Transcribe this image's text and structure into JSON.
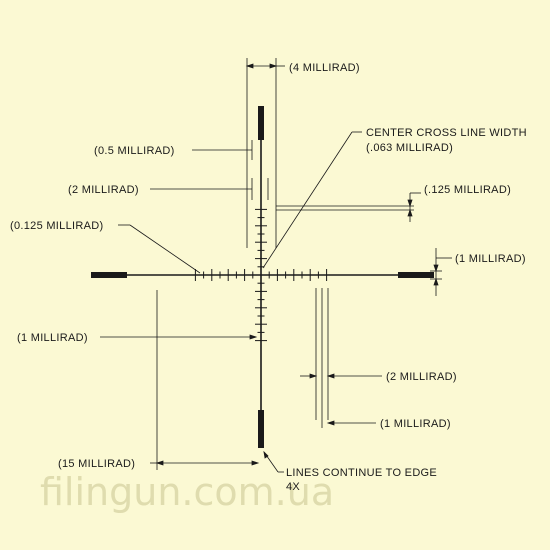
{
  "labels": {
    "four_mil": "(4 MILLIRAD)",
    "half_mil": "(0.5 MILLIRAD)",
    "center_width_1": "CENTER CROSS LINE WIDTH",
    "center_width_2": "(.063 MILLIRAD)",
    "two_mil_top": "(2 MILLIRAD)",
    "point125_right": "(.125 MILLIRAD)",
    "point125_left": "(0.125 MILLIRAD)",
    "one_mil_right": "(1 MILLIRAD)",
    "one_mil_left": "(1 MILLIRAD)",
    "two_mil_bottom": "(2 MILLIRAD)",
    "one_mil_bottom": "(1 MILLIRAD)",
    "fifteen_mil": "(15 MILLIRAD)",
    "continue_edge": "LINES CONTINUE TO EDGE",
    "four_x": "4X"
  },
  "watermark": "filingun.com.ua",
  "colors": {
    "background": "#fbf9d3",
    "ink": "#1a1a1a",
    "watermark": "#dfdcae"
  }
}
